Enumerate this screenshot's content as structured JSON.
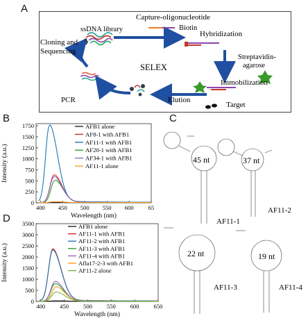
{
  "panels": {
    "a": "A",
    "b": "B",
    "c": "C",
    "d": "D"
  },
  "selex": {
    "center": "SELEX",
    "ssdna_library": "ssDNA library",
    "capture_oligo": "Capture-oligonucleotide",
    "biotin": "Biotin",
    "hybridization": "Hybridization",
    "streptavidin_line1": "Streptavidin-",
    "streptavidin_line2": "agarose",
    "immobilization": "Immobilization",
    "elution": "Elution",
    "target": "Target",
    "pcr": "PCR",
    "cloning_line1": "Cloning and",
    "cloning_line2": "Sequencing",
    "colors": {
      "arrow": "#1f4fa0",
      "bead": "#3a9a2a",
      "target": "#111111"
    }
  },
  "chart_data": [
    {
      "id": "B",
      "type": "line",
      "xlabel": "Wavelength (nm)",
      "ylabel": "Intensity (a.u.)",
      "xlim": [
        390,
        650
      ],
      "ylim": [
        0,
        1800
      ],
      "xticks": [
        400,
        450,
        500,
        550,
        600,
        650
      ],
      "xtick_labels": [
        "400",
        "450",
        "500",
        "550",
        "600",
        "65"
      ],
      "yticks": [
        0,
        250,
        500,
        750,
        1000,
        1250,
        1500,
        1750
      ],
      "legend_position": "top-right",
      "series": [
        {
          "name": "AFB1 alone",
          "color": "#222222",
          "peak": 8,
          "peak_x": 430,
          "base": 6,
          "tail": 2
        },
        {
          "name": "AF8-1 with AFB1",
          "color": "#d62728",
          "peak": 630,
          "peak_x": 430,
          "base": 5,
          "tail": 12
        },
        {
          "name": "AF11-1 with AFB1",
          "color": "#1f77b4",
          "peak": 1760,
          "peak_x": 420,
          "base": 10,
          "tail": 18
        },
        {
          "name": "AF20-1 with AFB1",
          "color": "#2ca02c",
          "peak": 510,
          "peak_x": 432,
          "base": 5,
          "tail": 10
        },
        {
          "name": "AF34-1 with AFB1",
          "color": "#9467bd",
          "peak": 590,
          "peak_x": 430,
          "base": 5,
          "tail": 12
        },
        {
          "name": "AF11-1 alone",
          "color": "#ff9f1c",
          "peak": 25,
          "peak_x": 430,
          "base": 5,
          "tail": 3
        }
      ]
    },
    {
      "id": "D",
      "type": "line",
      "xlabel": "Wavelength (nm)",
      "ylabel": "Intensity (a.u.)",
      "xlim": [
        390,
        650
      ],
      "ylim": [
        0,
        3500
      ],
      "xticks": [
        400,
        450,
        500,
        550,
        600,
        650
      ],
      "xtick_labels": [
        "400",
        "450",
        "500",
        "550",
        "600",
        "650"
      ],
      "yticks": [
        0,
        500,
        1000,
        1500,
        2000,
        2500,
        3000,
        3500
      ],
      "legend_position": "top-right",
      "series": [
        {
          "name": "AFB1 alone",
          "color": "#222222",
          "peak": 30,
          "peak_x": 430,
          "base": 10,
          "tail": 3
        },
        {
          "name": "AF11-1 with AFB1",
          "color": "#d62728",
          "peak": 2350,
          "peak_x": 425,
          "base": 20,
          "tail": 25
        },
        {
          "name": "AF11-2 with AFB1",
          "color": "#1f77b4",
          "peak": 2300,
          "peak_x": 425,
          "base": 20,
          "tail": 25
        },
        {
          "name": "AF11-3 with AFB1",
          "color": "#2ca02c",
          "peak": 800,
          "peak_x": 430,
          "base": 10,
          "tail": 15
        },
        {
          "name": "AF11-4 with AFB1",
          "color": "#9467bd",
          "peak": 900,
          "peak_x": 430,
          "base": 10,
          "tail": 15
        },
        {
          "name": "Afla17-2-3 with AFB1",
          "color": "#ff9f1c",
          "peak": 650,
          "peak_x": 432,
          "base": 10,
          "tail": 12
        },
        {
          "name": "AF11-2 alone",
          "color": "#7cb342",
          "peak": 420,
          "peak_x": 432,
          "base": 8,
          "tail": 10
        }
      ]
    }
  ],
  "structures": [
    {
      "length": "45 nt",
      "label": "AF11-1"
    },
    {
      "length": "37 nt",
      "label": "AF11-2"
    },
    {
      "length": "22 nt",
      "label": "AF11-3"
    },
    {
      "length": "19 nt",
      "label": "AF11-4"
    }
  ]
}
